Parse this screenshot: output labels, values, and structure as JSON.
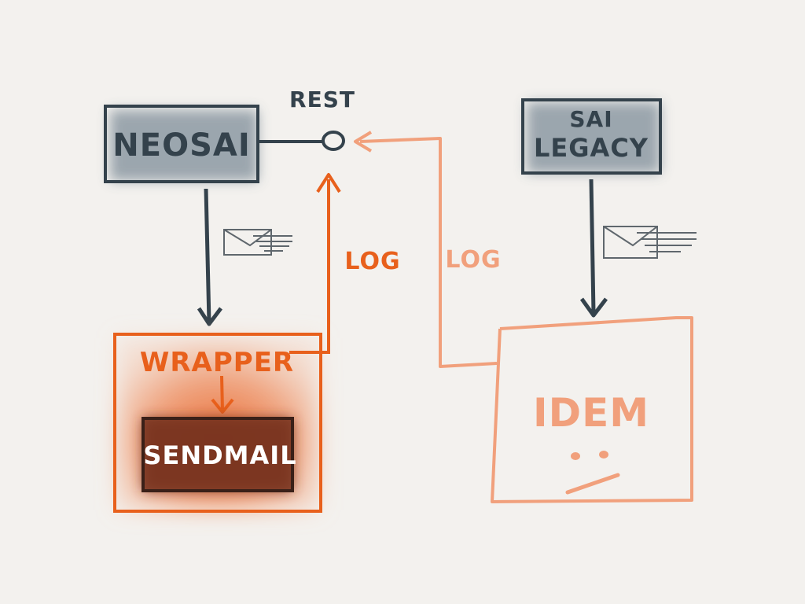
{
  "nodes": {
    "neosai": {
      "label": "NEOSAI"
    },
    "sai_legacy": {
      "line1": "SAI",
      "line2": "LEGACY"
    },
    "wrapper": {
      "label": "WRAPPER"
    },
    "sendmail": {
      "label": "SENDMAIL"
    },
    "idem": {
      "label": "IDEM"
    }
  },
  "endpoint": {
    "label": "REST"
  },
  "edges": {
    "wrapper_log": {
      "label": "LOG"
    },
    "idem_log": {
      "label": "LOG"
    }
  },
  "icons": {
    "mail_neosai": "envelope-icon",
    "mail_legacy": "envelope-icon",
    "face_idem": "meh-face-icon"
  },
  "colors": {
    "background": "#f3f1ee",
    "slate": "#34424c",
    "slate_fill": "#8c99a3",
    "orange": "#e8601c",
    "orange_light": "#f1a07c",
    "sendmail_fill": "#7a3520"
  }
}
